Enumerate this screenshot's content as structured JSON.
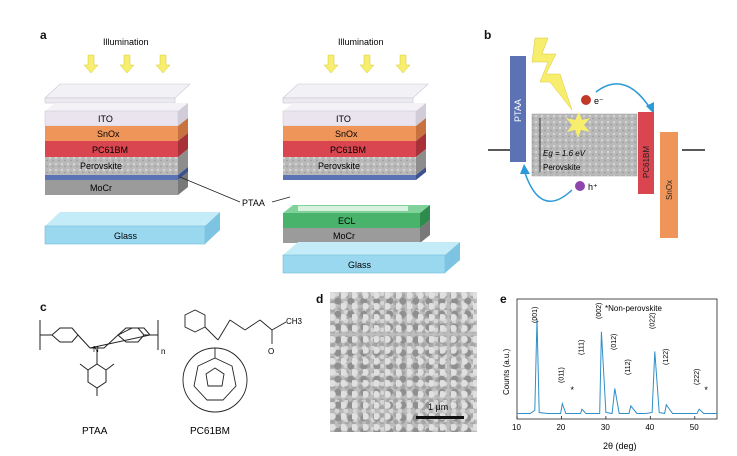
{
  "panels": {
    "a": {
      "letter": "a",
      "left_stack": {
        "illumination_label": "Illumination",
        "layers": [
          "ITO",
          "SnOx",
          "PC61BM",
          "Perovskite",
          "MoCr",
          "Glass"
        ]
      },
      "right_stack": {
        "illumination_label": "Illumination",
        "layers": [
          "ITO",
          "SnOx",
          "PC61BM",
          "Perovskite",
          "ECL",
          "MoCr",
          "Glass"
        ]
      },
      "ptaa_callout": "PTAA"
    },
    "b": {
      "letter": "b",
      "ptaa": "PTAA",
      "pcbm": "PC61BM",
      "snox": "SnOx",
      "electron": "e⁻",
      "hole": "h⁺",
      "bandgap": "Eg = 1.6 eV",
      "perovskite": "Perovskite"
    },
    "c": {
      "letter": "c",
      "ptaa_caption": "PTAA",
      "pcbm_caption": "PC61BM",
      "subscript_n": "n",
      "methyl": "CH3",
      "oxygen": "O"
    },
    "d": {
      "letter": "d",
      "scalebar": "1 μm"
    },
    "e": {
      "letter": "e",
      "note": "*Non-perovskite",
      "ylabel": "Counts (a.u.)",
      "xlabel": "2θ (deg)",
      "xticks": [
        "10",
        "20",
        "30",
        "40",
        "50"
      ],
      "peak_labels": [
        "(001)",
        "(011)",
        "(111)",
        "(002)",
        "(012)",
        "(112)",
        "(022)",
        "(122)",
        "(222)"
      ],
      "star": "*"
    }
  },
  "colors": {
    "ito": "#e9e4ee",
    "snox": "#f0955a",
    "pcbm": "#d9464f",
    "perovskite": "#b8b8b8",
    "ptaa": "#5b72b4",
    "mocr": "#9b9b9b",
    "glass": "#9ad8f0",
    "ecl": "#49b36b",
    "arrow": "#f7ee6d",
    "band_arrow": "#2b9ad6",
    "xrd": "#2f8fc9"
  },
  "chart_data": {
    "type": "line",
    "title": "",
    "xlabel": "2θ (deg)",
    "ylabel": "Counts (a.u.)",
    "xlim": [
      10,
      55
    ],
    "x": [
      10,
      13,
      14,
      14.5,
      15,
      17,
      19.8,
      20.2,
      21,
      22,
      23,
      24.3,
      24.6,
      25.5,
      27,
      28.6,
      29,
      30,
      31.4,
      32,
      33,
      34,
      35.2,
      35.6,
      37,
      39,
      40.4,
      41,
      42,
      43.2,
      43.6,
      45,
      48,
      50.5,
      51,
      52,
      55
    ],
    "series": [
      {
        "values": [
          5,
          5,
          8,
          92,
          6,
          5,
          5,
          14,
          5,
          5,
          5,
          5,
          9,
          5,
          5,
          5,
          80,
          6,
          5,
          28,
          5,
          5,
          5,
          12,
          5,
          5,
          6,
          62,
          6,
          5,
          13,
          5,
          5,
          5,
          9,
          5,
          5
        ]
      }
    ],
    "peaks": [
      {
        "label": "(001)",
        "x": 14.1
      },
      {
        "label": "(011)",
        "x": 20
      },
      {
        "label": "*",
        "x": 22.5
      },
      {
        "label": "(111)",
        "x": 24.5
      },
      {
        "label": "(002)",
        "x": 28.5
      },
      {
        "label": "(012)",
        "x": 31.8
      },
      {
        "label": "(112)",
        "x": 35
      },
      {
        "label": "(022)",
        "x": 40.5
      },
      {
        "label": "(122)",
        "x": 43.5
      },
      {
        "label": "(222)",
        "x": 50.5
      },
      {
        "label": "*",
        "x": 52.6
      }
    ]
  }
}
